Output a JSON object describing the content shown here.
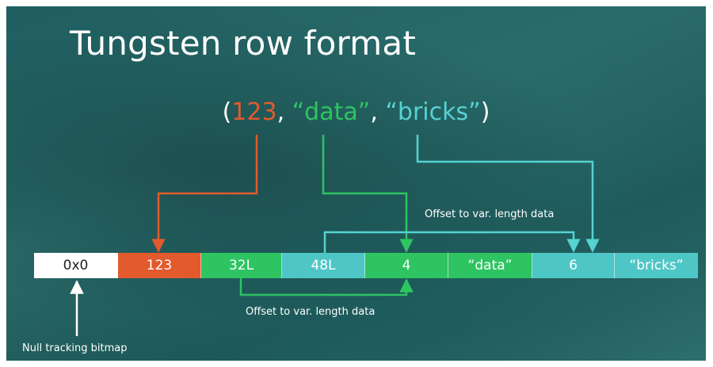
{
  "title": "Tungsten row format",
  "tuple": {
    "open": "(",
    "v1": "123",
    "sep1": ", ",
    "v2": "“data”",
    "sep2": ", ",
    "v3": "“bricks”",
    "close": ")"
  },
  "row_cells": [
    {
      "text": "0x0",
      "color": "#ffffff"
    },
    {
      "text": "123",
      "color": "#e35a2c"
    },
    {
      "text": "32L",
      "color": "#2ec462"
    },
    {
      "text": "48L",
      "color": "#4fc6c6"
    },
    {
      "text": "4",
      "color": "#2ec462"
    },
    {
      "text": "“data”",
      "color": "#2ec462"
    },
    {
      "text": "6",
      "color": "#4fc6c6"
    },
    {
      "text": "“bricks”",
      "color": "#4fc6c6"
    }
  ],
  "labels": {
    "offset_top": "Offset to var. length data",
    "offset_bottom": "Offset to var. length data",
    "null_bitmap": "Null tracking bitmap"
  },
  "colors": {
    "orange": "#e35a2c",
    "green": "#2ec462",
    "teal": "#56d2d2",
    "white": "#ffffff"
  }
}
